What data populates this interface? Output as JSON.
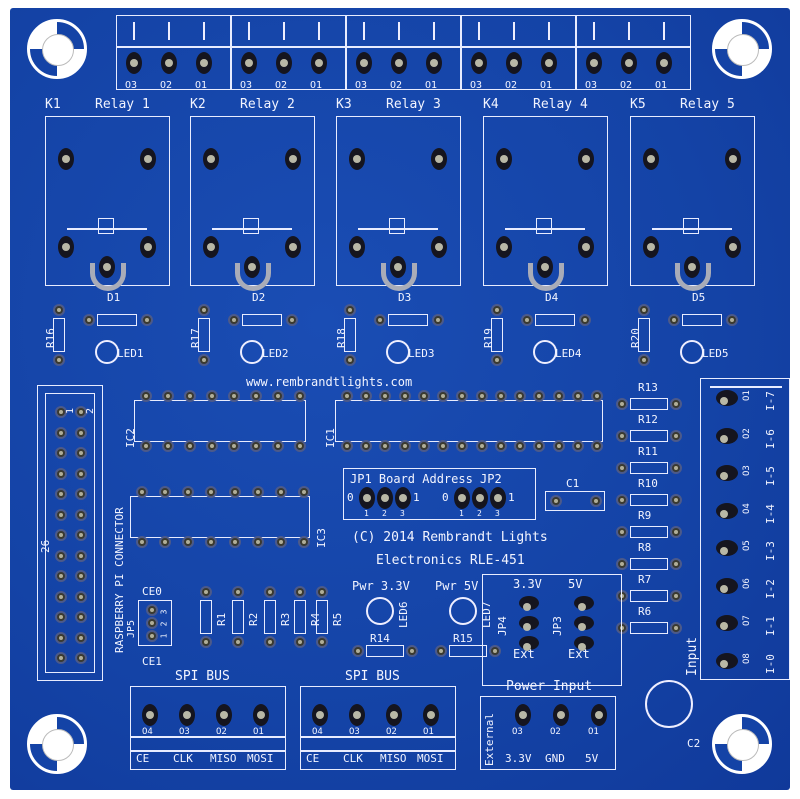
{
  "top_terminals": [
    {
      "labels": [
        "O3",
        "O2",
        "O1"
      ]
    },
    {
      "labels": [
        "O3",
        "O2",
        "O1"
      ]
    },
    {
      "labels": [
        "O3",
        "O2",
        "O1"
      ]
    },
    {
      "labels": [
        "O3",
        "O2",
        "O1"
      ]
    },
    {
      "labels": [
        "O3",
        "O2",
        "O1"
      ]
    }
  ],
  "relays": [
    {
      "ref": "K1",
      "name": "Relay 1",
      "diode": "D1",
      "resistor": "R16",
      "led": "LED1"
    },
    {
      "ref": "K2",
      "name": "Relay 2",
      "diode": "D2",
      "resistor": "R17",
      "led": "LED2"
    },
    {
      "ref": "K3",
      "name": "Relay 3",
      "diode": "D3",
      "resistor": "R18",
      "led": "LED3"
    },
    {
      "ref": "K4",
      "name": "Relay 4",
      "diode": "D4",
      "resistor": "R19",
      "led": "LED4"
    },
    {
      "ref": "K5",
      "name": "Relay 5",
      "diode": "D5",
      "resistor": "R20",
      "led": "LED5"
    }
  ],
  "website": "www.rembrandtlights.com",
  "pi_connector": {
    "label": "RASPBERRY PI CONNECTOR",
    "pin1": "1",
    "pin2": "2",
    "pin26": "26"
  },
  "ics": {
    "ic1": "IC1",
    "ic2": "IC2",
    "ic3": "IC3"
  },
  "board_address": {
    "title": "JP1 Board Address JP2",
    "zero": "0",
    "one": "1",
    "pins": [
      "1",
      "2",
      "3"
    ]
  },
  "c1": "C1",
  "c2": "C2",
  "copyright": "(C) 2014 Rembrandt Lights",
  "product": "Electronics RLE-451",
  "right_resistors": [
    "R13",
    "R12",
    "R11",
    "R10",
    "R9",
    "R8",
    "R7",
    "R6"
  ],
  "input_terminal": {
    "label": "Input",
    "pins": [
      "O1",
      "O2",
      "O3",
      "O4",
      "O5",
      "O6",
      "O7",
      "O8"
    ],
    "channels": [
      "I-7",
      "I-6",
      "I-5",
      "I-4",
      "I-3",
      "I-2",
      "I-1",
      "I-0"
    ]
  },
  "jp5": {
    "ref": "JP5",
    "ce0": "CE0",
    "ce1": "CE1",
    "pins": [
      "1",
      "2",
      "3"
    ]
  },
  "spi_resistors": [
    "R1",
    "R2",
    "R3",
    "R4",
    "R5"
  ],
  "power_leds": [
    {
      "label": "Pwr 3.3V",
      "ref": "LED6",
      "resistor": "R14"
    },
    {
      "label": "Pwr 5V",
      "ref": "LED7",
      "resistor": "R15"
    }
  ],
  "power_jumpers": [
    {
      "ref": "JP4",
      "top": "3.3V",
      "bottom": "Ext"
    },
    {
      "ref": "JP3",
      "top": "5V",
      "bottom": "Ext"
    }
  ],
  "spi_buses": [
    {
      "title": "SPI BUS",
      "pins": [
        "O4",
        "O3",
        "O2",
        "O1"
      ],
      "signals": [
        "CE",
        "CLK",
        "MISO",
        "MOSI"
      ]
    },
    {
      "title": "SPI BUS",
      "pins": [
        "O4",
        "O3",
        "O2",
        "O1"
      ],
      "signals": [
        "CE",
        "CLK",
        "MISO",
        "MOSI"
      ]
    }
  ],
  "power_input": {
    "title": "Power Input",
    "side": "External",
    "pins": [
      "O3",
      "O2",
      "O1"
    ],
    "signals": [
      "3.3V",
      "GND",
      "5V"
    ]
  },
  "colors": {
    "board": "#1443a6",
    "silkscreen": "#f2f4ff",
    "pad": "#b9b8a6"
  }
}
